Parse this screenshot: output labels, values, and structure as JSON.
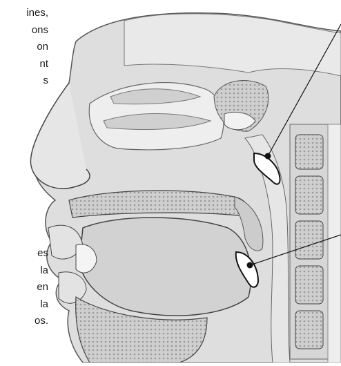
{
  "captions": {
    "upper_lines": [
      "ines,",
      "ons",
      "on",
      "nt",
      "s"
    ],
    "lower_lines": [
      "es",
      "la",
      "en",
      "la",
      "os."
    ]
  },
  "colors": {
    "background": "#ffffff",
    "anatomy_fill": "#d9d9d9",
    "bone": "#c4c4c4",
    "outline": "#3a3a3a",
    "text": "#1a1a1a",
    "marker_fill": "#ffffff"
  },
  "markers": [
    {
      "name": "upper-marker",
      "shape": "almond"
    },
    {
      "name": "lower-marker",
      "shape": "almond"
    }
  ]
}
